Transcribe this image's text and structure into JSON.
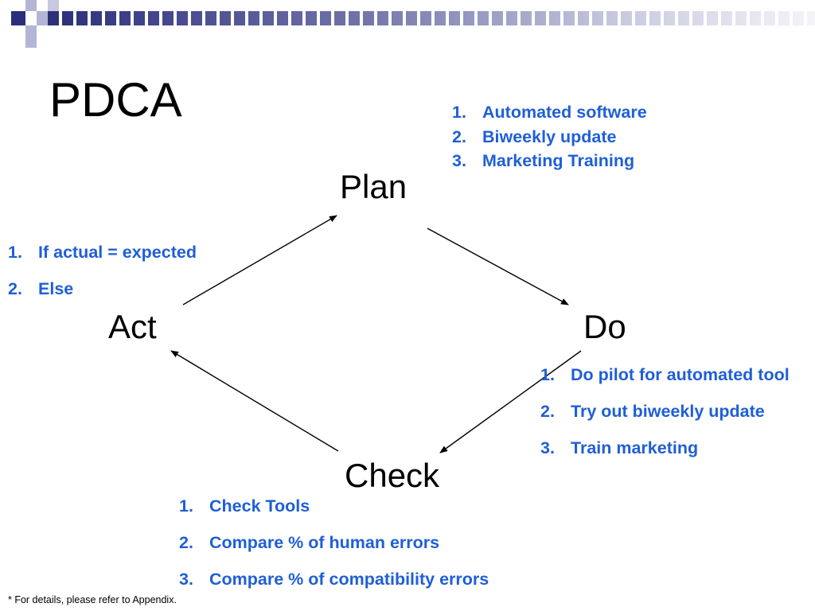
{
  "slide": {
    "title": "PDCA",
    "footnote": "* For details, please refer to Appendix."
  },
  "cycle": {
    "plan": {
      "label": "Plan",
      "steps": [
        {
          "num": "1.",
          "text": "Automated software"
        },
        {
          "num": "2.",
          "text": "Biweekly update"
        },
        {
          "num": "3.",
          "text": "Marketing Training"
        }
      ]
    },
    "do": {
      "label": "Do",
      "steps": [
        {
          "num": "1.",
          "text": "Do pilot for automated tool"
        },
        {
          "num": "2.",
          "text": "Try out biweekly update"
        },
        {
          "num": "3.",
          "text": "Train marketing"
        }
      ]
    },
    "check": {
      "label": "Check",
      "steps": [
        {
          "num": "1.",
          "text": "Check Tools"
        },
        {
          "num": "2.",
          "text": "Compare % of human errors"
        },
        {
          "num": "3.",
          "text": "Compare % of compatibility errors"
        }
      ]
    },
    "act": {
      "label": "Act",
      "steps": [
        {
          "num": "1.",
          "text": "If actual = expected"
        },
        {
          "num": "2.",
          "text": "Else"
        }
      ]
    }
  },
  "colors": {
    "list_text": "#1f5fd6",
    "accent_dark": "#2b2f7a",
    "accent_light": "#a3a6cc"
  }
}
